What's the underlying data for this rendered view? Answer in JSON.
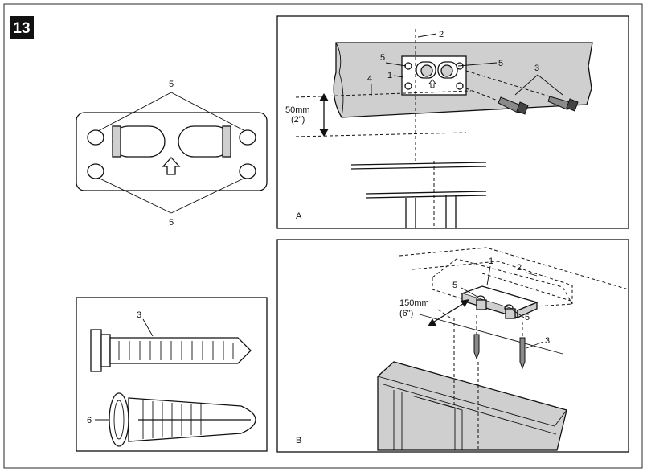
{
  "step_number": "13",
  "plate_detail": {
    "label_top": "5",
    "label_bottom": "5"
  },
  "panel_a": {
    "panel_letter": "A",
    "label_centerline": "2",
    "label_plate_left": "5",
    "label_plate_right": "5",
    "label_bracket": "1",
    "label_edge": "4",
    "label_screws": "3",
    "dimension_metric": "50mm",
    "dimension_imperial": "(2\")"
  },
  "panel_b": {
    "panel_letter": "B",
    "label_bracket": "1",
    "label_centerline": "2",
    "label_plate_left": "5",
    "label_plate_right": "5",
    "label_screws": "3",
    "dimension_metric": "150mm",
    "dimension_imperial": "(6\")"
  },
  "hardware_detail": {
    "label_screw": "3",
    "label_anchor": "6"
  }
}
